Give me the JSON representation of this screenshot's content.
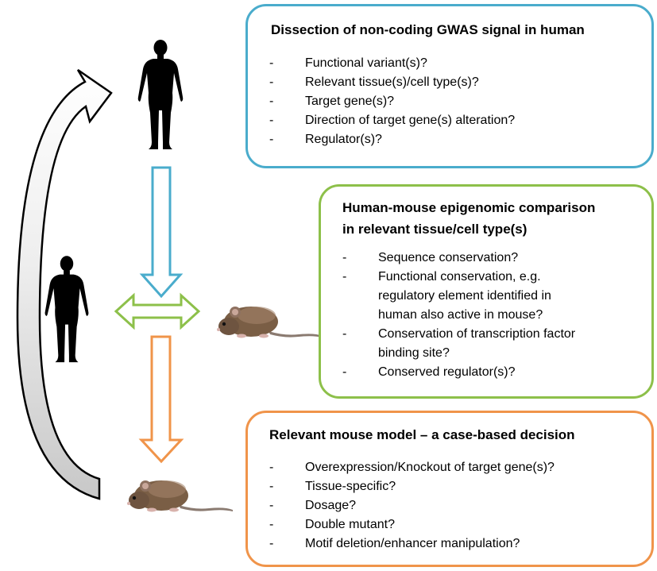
{
  "panels": {
    "human": {
      "title": "Dissection of non-coding GWAS signal in human",
      "border_color": "#4aaccc",
      "items": [
        "Functional variant(s)?",
        "Relevant tissue(s)/cell type(s)?",
        "Target gene(s)?",
        "Direction of target gene(s) alteration?",
        "Regulator(s)?"
      ]
    },
    "compare": {
      "title_line1": "Human-mouse epigenomic comparison",
      "title_line2": "in relevant tissue/cell type(s)",
      "border_color": "#8dc04a",
      "items": [
        "Sequence conservation?",
        "Functional conservation, e.g.",
        "regulatory element identified in",
        "human also active in mouse?",
        "Conservation of transcription factor",
        "binding site?",
        "Conserved regulator(s)?"
      ]
    },
    "mouse": {
      "title": "Relevant mouse model – a case-based decision",
      "border_color": "#f0944a",
      "items": [
        "Overexpression/Knockout of target gene(s)?",
        "Tissue-specific?",
        "Dosage?",
        "Double mutant?",
        "Motif deletion/enhancer manipulation?"
      ]
    }
  },
  "bullet_symbol": "-",
  "icons": {
    "human_top": "human-silhouette-icon",
    "human_middle": "human-silhouette-icon",
    "mouse_middle": "mouse-icon",
    "mouse_bottom": "mouse-icon"
  },
  "arrow_colors": {
    "blue": "#4aaccc",
    "green": "#8dc04a",
    "orange": "#f0944a",
    "cycle_fill": "#d3d3d3",
    "cycle_stroke": "#000000"
  }
}
